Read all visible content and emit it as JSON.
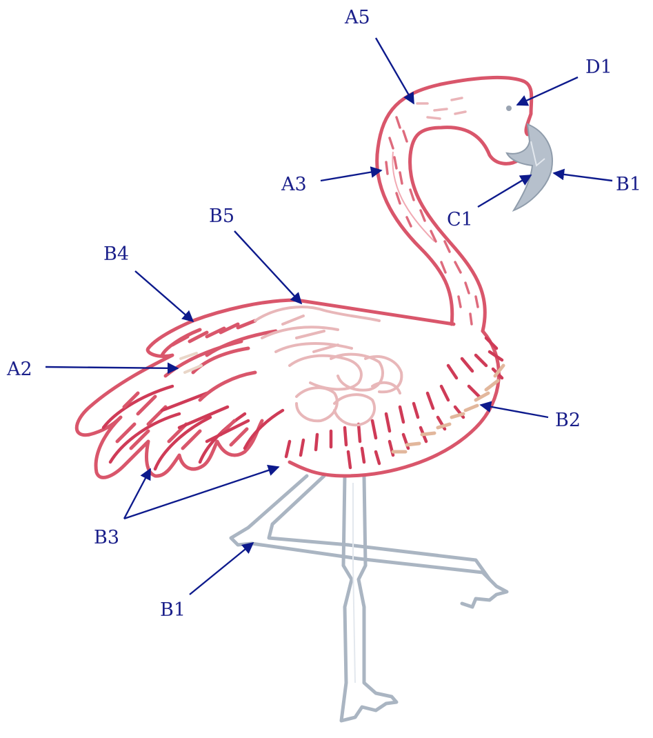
{
  "labels": {
    "a5": "A5",
    "d1": "D1",
    "a3": "A3",
    "b1_beak": "B1",
    "c1": "C1",
    "b5": "B5",
    "b4": "B4",
    "a2": "A2",
    "b2": "B2",
    "b3": "B3",
    "b1_leg": "B1"
  },
  "colors": {
    "outline_pink": "#d9566b",
    "deep_pink": "#cf3b57",
    "light_pink": "#e8b7b9",
    "grey_blue": "#aab5c2",
    "tan": "#e2b79c",
    "label_blue": "#1a1f8a"
  }
}
